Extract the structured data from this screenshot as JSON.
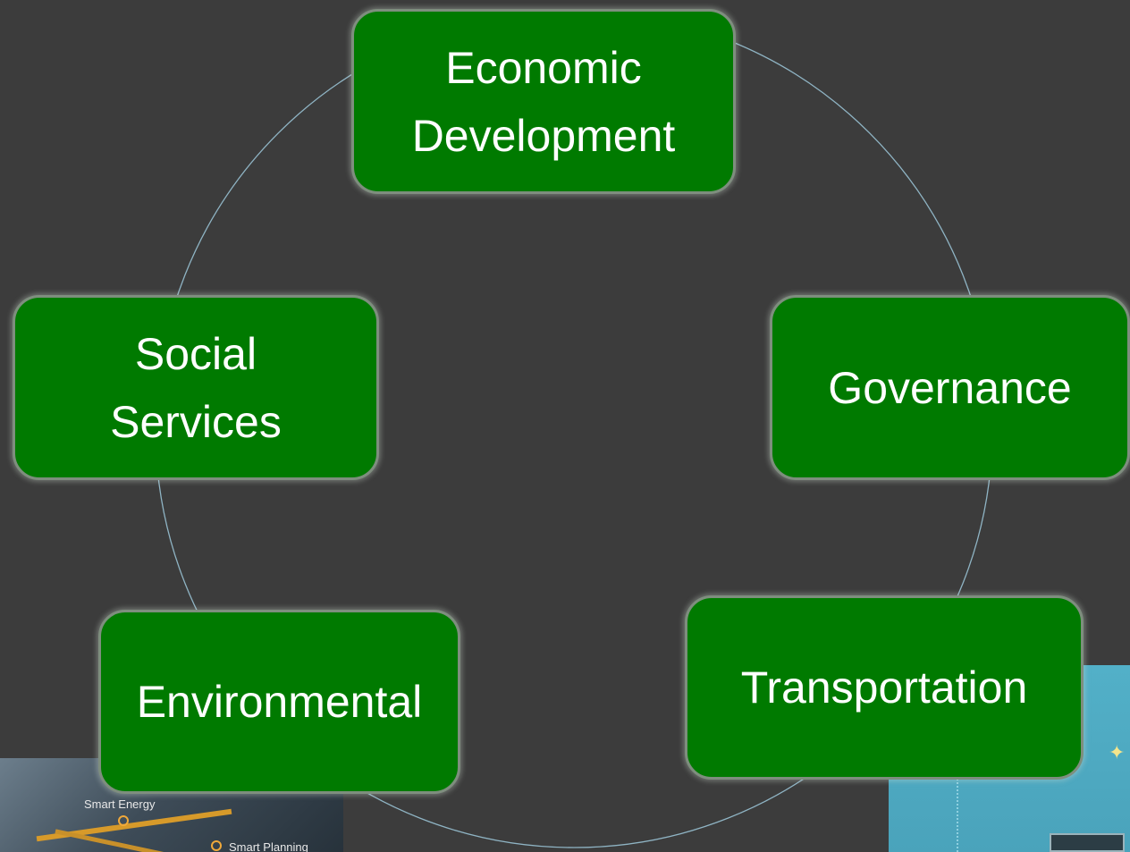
{
  "nodes": [
    {
      "id": "economic",
      "label": "Economic\nDevelopment"
    },
    {
      "id": "governance",
      "label": "Governance"
    },
    {
      "id": "transportation",
      "label": "Transportation"
    },
    {
      "id": "environmental",
      "label": "Environmental"
    },
    {
      "id": "social",
      "label": "Social\nServices"
    }
  ],
  "photo_left": {
    "labels": [
      "Smart Energy",
      "Smart Planning"
    ]
  },
  "colors": {
    "background": "#3c3c3c",
    "node_fill": "#007a00",
    "ring": "#8fb4c4"
  }
}
